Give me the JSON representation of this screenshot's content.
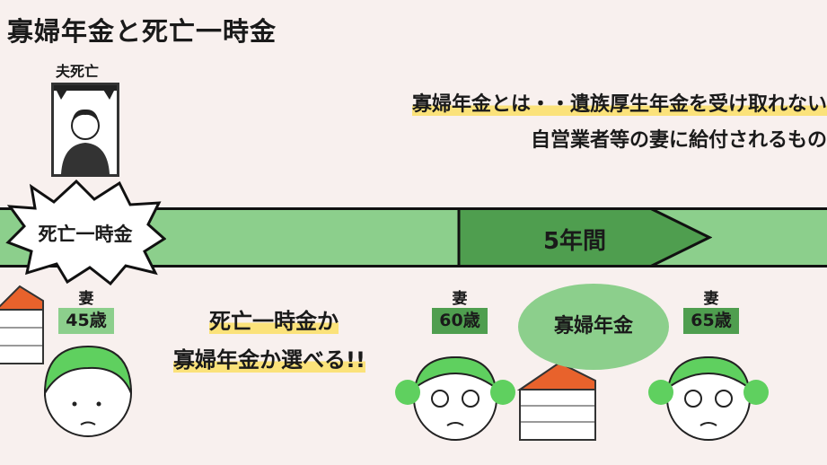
{
  "title": "寡婦年金と死亡一時金",
  "husband_label": "夫死亡",
  "definition": {
    "line1": "寡婦年金とは・・遺族厚生年金を受け取れない",
    "line2": "自営業者等の妻に給付されるもの"
  },
  "timeline": {
    "period_label": "5年間",
    "burst_label": "死亡一時金"
  },
  "wives": [
    {
      "label": "妻",
      "age": "45歳"
    },
    {
      "label": "妻",
      "age": "60歳"
    },
    {
      "label": "妻",
      "age": "65歳"
    }
  ],
  "choice": {
    "line1": "死亡一時金か",
    "line2": "寡婦年金か選べる!!"
  },
  "widow_pension_label": "寡婦年金",
  "colors": {
    "band": "#8ccf8c",
    "arrow": "#4f9e4f",
    "highlight": "#fbe27a",
    "background": "#f8f0ee"
  }
}
